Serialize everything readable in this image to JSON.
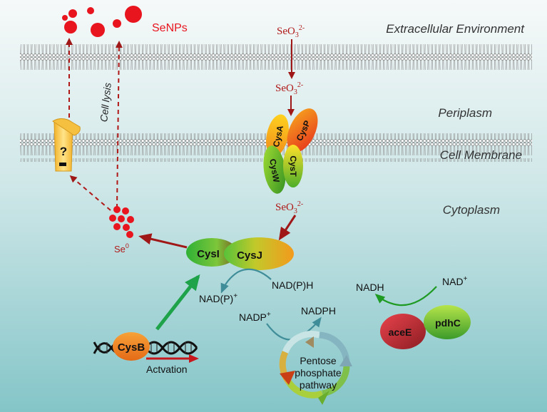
{
  "regions": {
    "extracellular": "Extracellular Environment",
    "periplasm": "Periplasm",
    "membrane": "Cell Membrane",
    "cytoplasm": "Cytoplasm"
  },
  "labels": {
    "senps": "SeNPs",
    "cell_lysis": "Cell lysis",
    "unknown_transporter": "?",
    "se0": "Se",
    "se0_sup": "0",
    "selenite_base": "SeO",
    "selenite_sub": "3",
    "selenite_sup": "2-",
    "nadph_h": "NAD(P)H",
    "nadp_plus": "NAD(P)",
    "plus": "+",
    "nadp": "NADP",
    "nadph": "NADPH",
    "nadh": "NADH",
    "nad": "NAD",
    "activation": "Actvation",
    "pentose_1": "Pentose",
    "pentose_2": "phosphate",
    "pentose_3": "pathway"
  },
  "proteins": {
    "cysA": "CysA",
    "cysP": "CysP",
    "cysW": "CysW",
    "cysT": "CysT",
    "cysI": "CysI",
    "cysJ": "CysJ",
    "cysB": "CysB",
    "aceE": "aceE",
    "pdhC": "pdhC"
  },
  "colors": {
    "background_top": "#f4f8f8",
    "background_bottom": "#8cc9cc",
    "selenium_red": "#e8141e",
    "arrow_darkred": "#a01717",
    "arrow_green": "#1fa34a",
    "arrow_teal": "#3f8d99",
    "membrane_gray": "#8a8a8a"
  }
}
